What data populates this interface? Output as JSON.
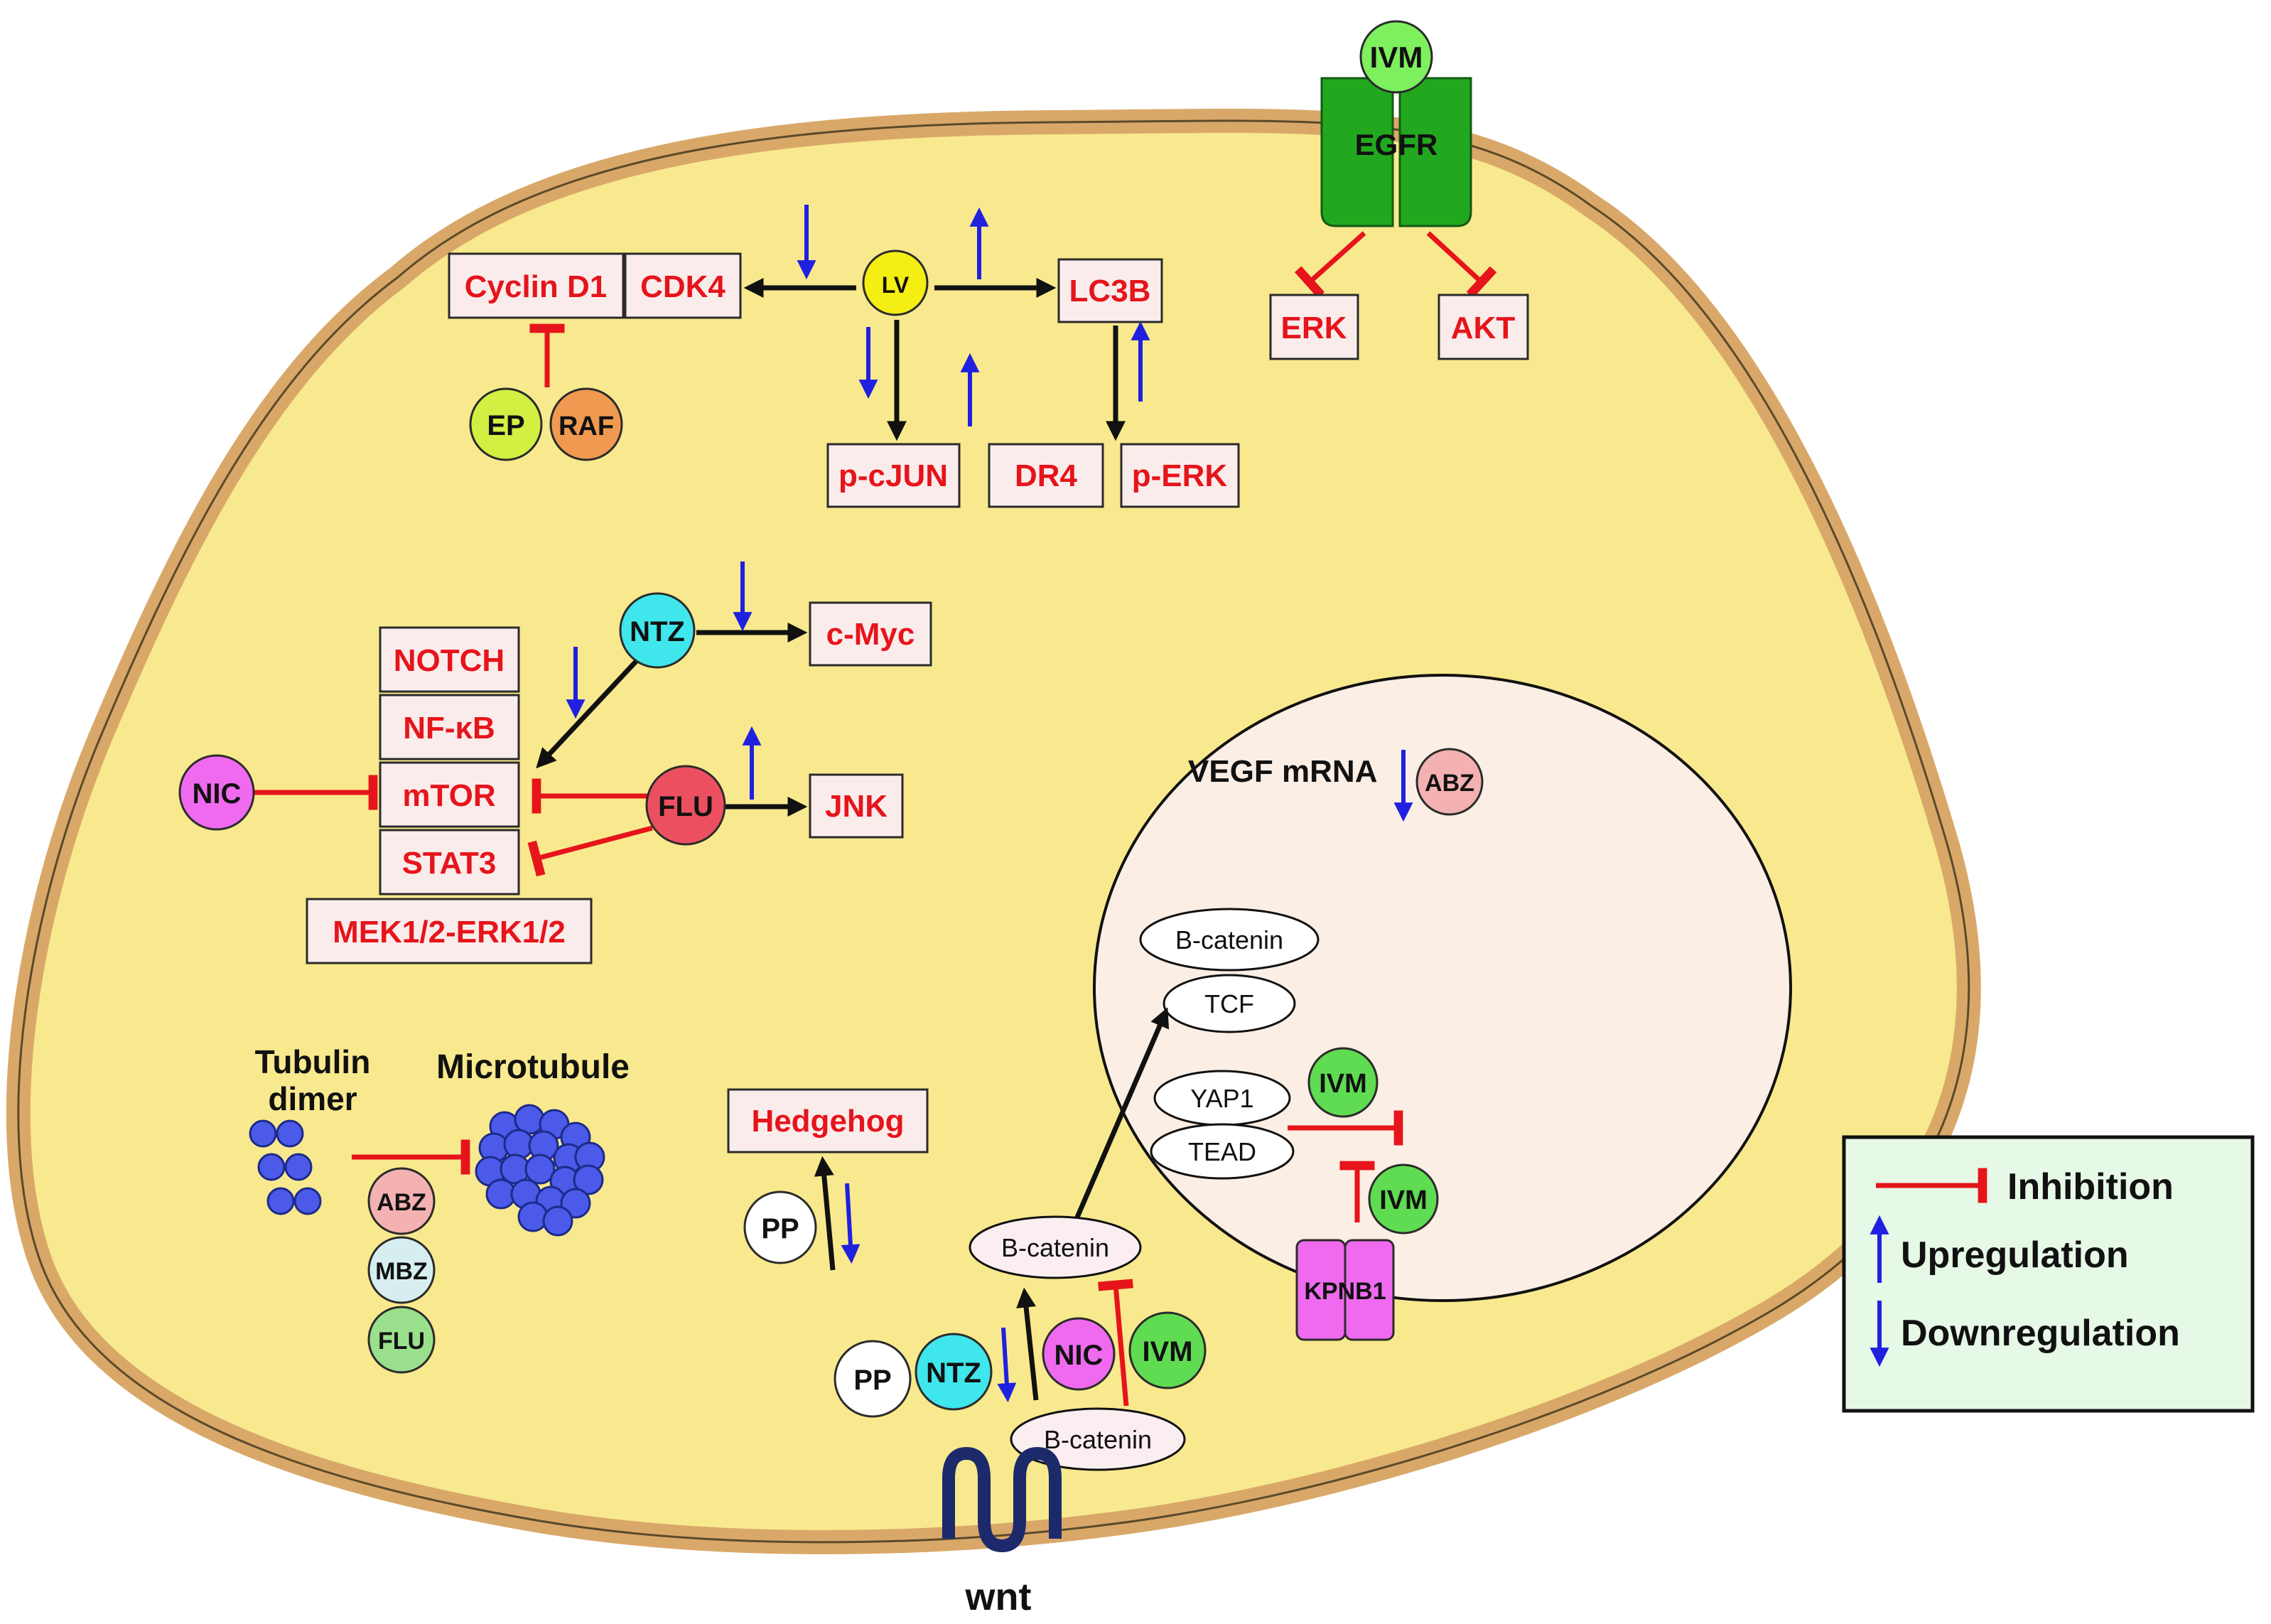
{
  "colors": {
    "cell_fill": "#f8e98e",
    "membrane": "#d9a869",
    "nucleus_fill": "#fbeee4",
    "inhibition": "#e6141b",
    "activation": "#111111",
    "regulation_arrow": "#2020e0",
    "target_text": "#e6141b",
    "egfr": "#22a81f",
    "legend_fill": "#e6f8e6"
  },
  "targets": {
    "cyclin_d1": "Cyclin D1",
    "cdk4": "CDK4",
    "lc3b": "LC3B",
    "erk": "ERK",
    "akt": "AKT",
    "p_cjun": "p-cJUN",
    "dr4": "DR4",
    "p_erk": "p-ERK",
    "c_myc": "c-Myc",
    "notch": "NOTCH",
    "nf_kb": "NF-κB",
    "mtor": "mTOR",
    "stat3": "STAT3",
    "mek_erk": "MEK1/2-ERK1/2",
    "jnk": "JNK",
    "hedgehog": "Hedgehog"
  },
  "compounds": {
    "ivm": "IVM",
    "egfr": "EGFR",
    "lv": "LV",
    "ep": "EP",
    "raf": "RAF",
    "ntz": "NTZ",
    "nic": "NIC",
    "flu": "FLU",
    "abz": "ABZ",
    "mbz": "MBZ",
    "pp": "PP",
    "kpnb1": "KPNB1"
  },
  "entities": {
    "b_catenin": "B-catenin",
    "tcf": "TCF",
    "yap1": "YAP1",
    "tead": "TEAD"
  },
  "labels": {
    "vegf_mrna": "VEGF mRNA",
    "tubulin_line1": "Tubulin",
    "tubulin_line2": "dimer",
    "microtubule": "Microtubule",
    "wnt": "wnt"
  },
  "legend": {
    "inhibition": "Inhibition",
    "upregulation": "Upregulation",
    "downregulation": "Downregulation"
  }
}
